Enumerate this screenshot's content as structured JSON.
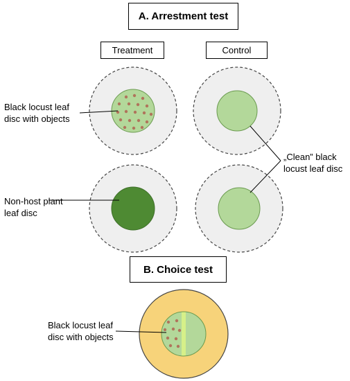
{
  "section_a": {
    "title": "A. Arrestment  test",
    "column_treatment": "Treatment",
    "column_control": "Control"
  },
  "section_b": {
    "title": "B. Choice  test"
  },
  "annotations": {
    "black_locust_with_objects": "Black locust leaf\ndisc with objects",
    "non_host": "Non-host plant\nleaf disc",
    "clean_black_locust": "„Clean” black\nlocust leaf disc",
    "choice_black_locust_with_objects": "Black locust leaf\ndisc with objects"
  },
  "colors": {
    "arena": "#efefef",
    "choice_arena": "#f7d37a",
    "light_leaf": "#b3d89a",
    "dark_leaf": "#4e8a33",
    "dots": "#b0745b",
    "choice_strip": "#d6f089"
  }
}
